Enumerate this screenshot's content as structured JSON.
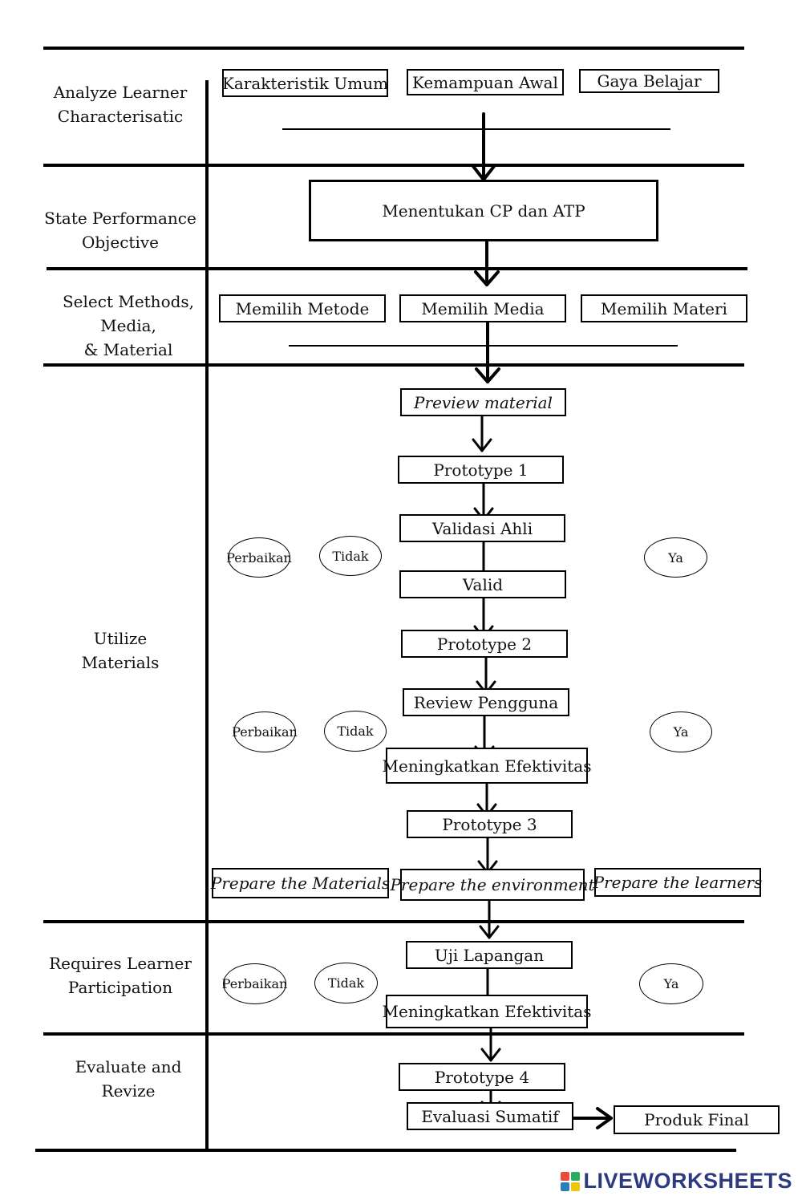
{
  "stages": [
    {
      "label": "Analyze Learner\nCharacterisatic"
    },
    {
      "label": "State Performance\nObjective"
    },
    {
      "label": "Select Methods,\nMedia,\n& Material"
    },
    {
      "label": "Utilize\nMaterials"
    },
    {
      "label": "Requires Learner\nParticipation"
    },
    {
      "label": "Evaluate and\nRevize"
    }
  ],
  "boxes": {
    "karakteristik": "Karakteristik Umum",
    "kemampuan": "Kemampuan Awal",
    "gaya": "Gaya Belajar",
    "cp_atp": "Menentukan CP dan ATP",
    "metode": "Memilih Metode",
    "media": "Memilih  Media",
    "materi": "Memilih Materi",
    "preview": "Preview material",
    "prototype1": "Prototype 1",
    "validasi": "Validasi Ahli",
    "valid": "Valid",
    "prototype2": "Prototype 2",
    "review": "Review Pengguna",
    "efektivitas1": "Meningkatkan Efektivitas",
    "prototype3": "Prototype 3",
    "prep_materials": "Prepare the Materials",
    "prep_environment": "Prepare the environment",
    "prep_learners": "Prepare the learners",
    "uji": "Uji Lapangan",
    "efektivitas2": "Meningkatkan Efektivitas",
    "prototype4": "Prototype 4",
    "evaluasi": "Evaluasi Sumatif",
    "produk": "Produk Final"
  },
  "decisions": [
    {
      "perbaikan": "Perbaikan",
      "tidak": "Tidak",
      "ya": "Ya"
    },
    {
      "perbaikan": "Perbaikan",
      "tidak": "Tidak",
      "ya": "Ya"
    },
    {
      "perbaikan": "Perbaikan",
      "tidak": "Tidak",
      "ya": "Ya"
    }
  ],
  "watermark": {
    "text": "LIVEWORKSHEETS",
    "logo_colors": [
      "#e74c3c",
      "#27ae60",
      "#2980b9",
      "#f1c40f"
    ]
  }
}
